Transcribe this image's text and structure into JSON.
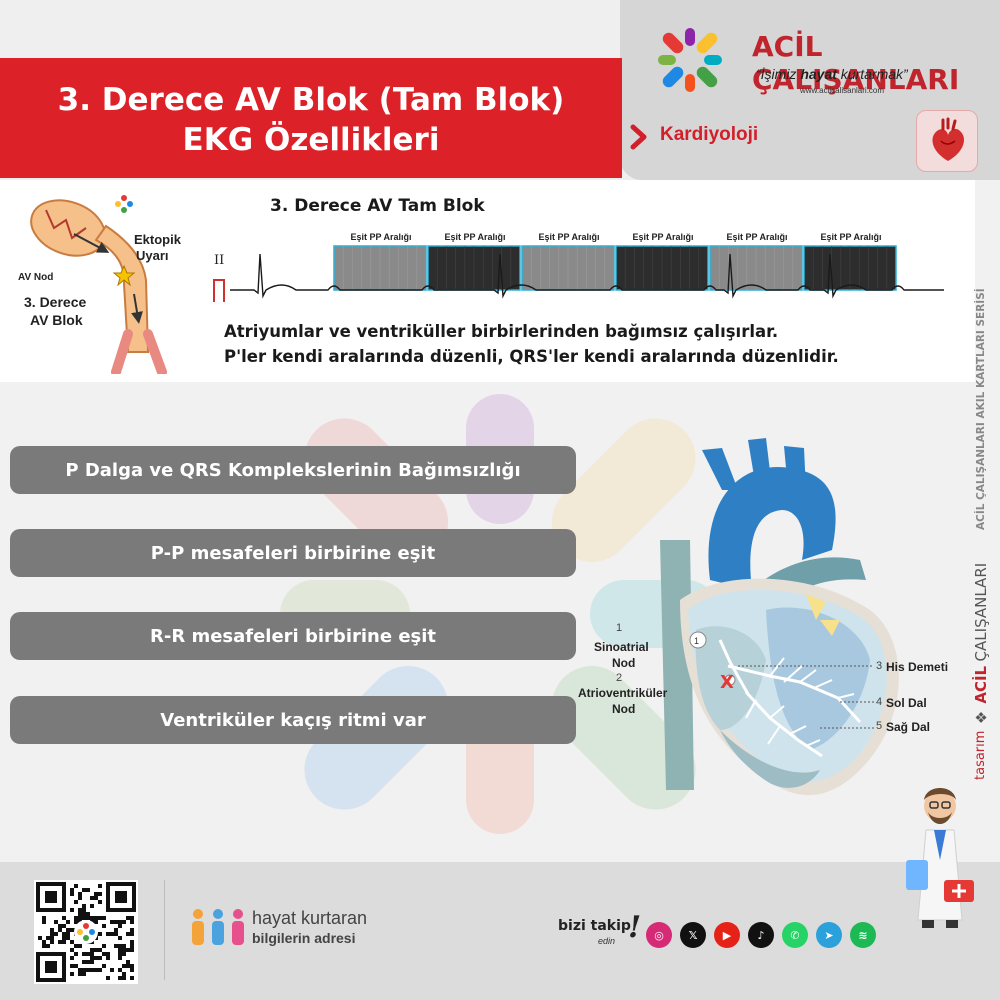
{
  "brand": {
    "name": "ACİL ÇALIŞANLARI",
    "slogan_pre": "“İşimiz ",
    "slogan_bold": "hayat",
    "slogan_post": " kurtarmak”",
    "url": "www.acilcalisanlari.com"
  },
  "header": {
    "title_line1": "3. Derece AV Blok (Tam Blok)",
    "title_line2": "EKG Özellikleri",
    "category": "Kardiyoloji"
  },
  "ekg": {
    "title": "3. Derece AV Tam Blok",
    "lead_label": "II",
    "pp_label": "Eşit PP Aralığı",
    "description_line1": "Atriyumlar ve ventriküller birbirlerinden bağımsız çalışırlar.",
    "description_line2": "P'ler kendi aralarında düzenli, QRS'ler kendi aralarında düzenlidir.",
    "diagram": {
      "ectopic_line1": "Ektopik",
      "ectopic_line2": "Uyarı",
      "av_node": "AV Nod",
      "block_line1": "3. Derece",
      "block_line2": "AV  Blok"
    }
  },
  "features": [
    "P Dalga ve QRS Komplekslerinin Bağımsızlığı",
    "P-P mesafeleri birbirine eşit",
    "R-R mesafeleri birbirine eşit",
    "Ventriküler kaçış ritmi var"
  ],
  "heart": {
    "sa_num": "1",
    "sa_label_1": "Sinoatrial",
    "sa_label_2": "Nod",
    "av_num": "2",
    "av_label_1": "Atrioventriküler",
    "av_label_2": "Nod",
    "his_num": "3",
    "his_label": "His Demeti",
    "sol_num": "4",
    "sol_label": "Sol Dal",
    "sag_num": "5",
    "sag_label": "Sağ Dal",
    "marker": "X",
    "inner_num": "1"
  },
  "side": {
    "series": "ACİL ÇALIŞANLARI AKIL KARTLARI SERİSİ",
    "design_prefix": "tasarım",
    "design_bold": "ACİL",
    "design_rest": "ÇALIŞANLARI"
  },
  "footer": {
    "hk_line1": "hayat kurtaran",
    "hk_line2": "bilgilerin adresi",
    "follow_label": "bizi takip",
    "follow_sub": "edin",
    "follow_bang": "!",
    "social": [
      {
        "name": "instagram-icon",
        "glyph": "◎",
        "color": "#d62976"
      },
      {
        "name": "x-icon",
        "glyph": "𝕏",
        "color": "#111111"
      },
      {
        "name": "youtube-icon",
        "glyph": "▶",
        "color": "#e62117"
      },
      {
        "name": "tiktok-icon",
        "glyph": "♪",
        "color": "#111111"
      },
      {
        "name": "whatsapp-icon",
        "glyph": "✆",
        "color": "#25d366"
      },
      {
        "name": "telegram-icon",
        "glyph": "➤",
        "color": "#2aa1da"
      },
      {
        "name": "spotify-icon",
        "glyph": "≋",
        "color": "#1db954"
      }
    ]
  },
  "colors": {
    "brand_red": "#dc2228",
    "pill_gray": "#7a7a7a",
    "header_gray": "#d6d6d6"
  }
}
